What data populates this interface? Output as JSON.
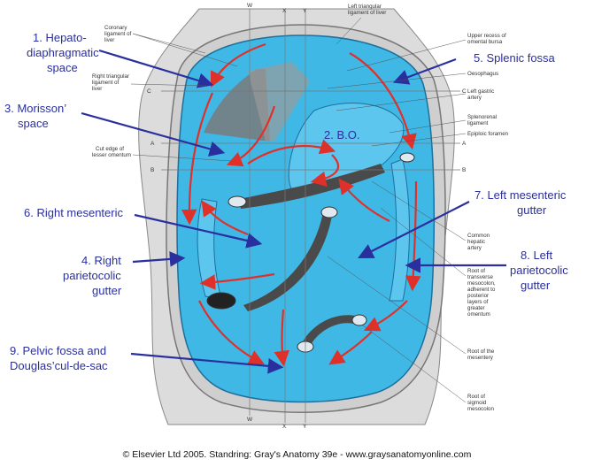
{
  "labels": {
    "hepatodiaphragmatic": [
      "1. Hepato-",
      "diaphragmatic",
      "space"
    ],
    "splenic_fossa": [
      "5. Splenic fossa"
    ],
    "morisson": [
      "3. Morisson’",
      "space"
    ],
    "bo": [
      "2. B.O."
    ],
    "right_mesenteric": [
      "6. Right mesenteric"
    ],
    "left_mesenteric": [
      "7. Left mesenteric",
      "gutter"
    ],
    "right_parietocolic": [
      "4. Right",
      "parietocolic",
      "gutter"
    ],
    "left_parietocolic": [
      "8. Left",
      "parietocolic",
      "gutter"
    ],
    "pelvic": [
      "9. Pelvic fossa and",
      "Douglas’cul-de-sac"
    ]
  },
  "anatomy_left": {
    "coronary": [
      "Coronary",
      "ligament of",
      "liver"
    ],
    "right_triangular": [
      "Right triangular",
      "ligament of",
      "liver"
    ],
    "cut_edge": [
      "Cut edge of",
      "lesser omentum"
    ]
  },
  "anatomy_right": {
    "left_triangular": [
      "Left triangular",
      "ligament of liver"
    ],
    "upper_recess": [
      "Upper recess of",
      "omental bursa"
    ],
    "oesophagus": [
      "Oesophagus"
    ],
    "left_gastric": [
      "Left gastric",
      "artery"
    ],
    "splenorenal": [
      "Splenorenal",
      "ligament"
    ],
    "epiploic": [
      "Epiploic foramen"
    ],
    "common_hepatic": [
      "Common",
      "hepatic",
      "artery"
    ],
    "transverse": [
      "Root of",
      "transverse",
      "mesocolon,",
      "adherent to",
      "posterior",
      "layers of",
      "greater",
      "omentum"
    ],
    "mesentery": [
      "Root of the",
      "mesentery"
    ],
    "sigmoid": [
      "Root of",
      "sigmoid",
      "mesocolon"
    ]
  },
  "axis_letters": {
    "W": "W",
    "X": "X",
    "Y": "Y",
    "A": "A",
    "B": "B",
    "C": "C"
  },
  "copyright": "© Elsevier Ltd 2005. Standring: Gray's Anatomy 39e - www.graysanatomyonline.com",
  "colors": {
    "cavity": "#3fb8e6",
    "cavity_dark": "#1e88c2",
    "arrow_red": "#e0302a",
    "pointer_blue": "#2a2f9e",
    "body_grey": "#d9d9d9"
  }
}
